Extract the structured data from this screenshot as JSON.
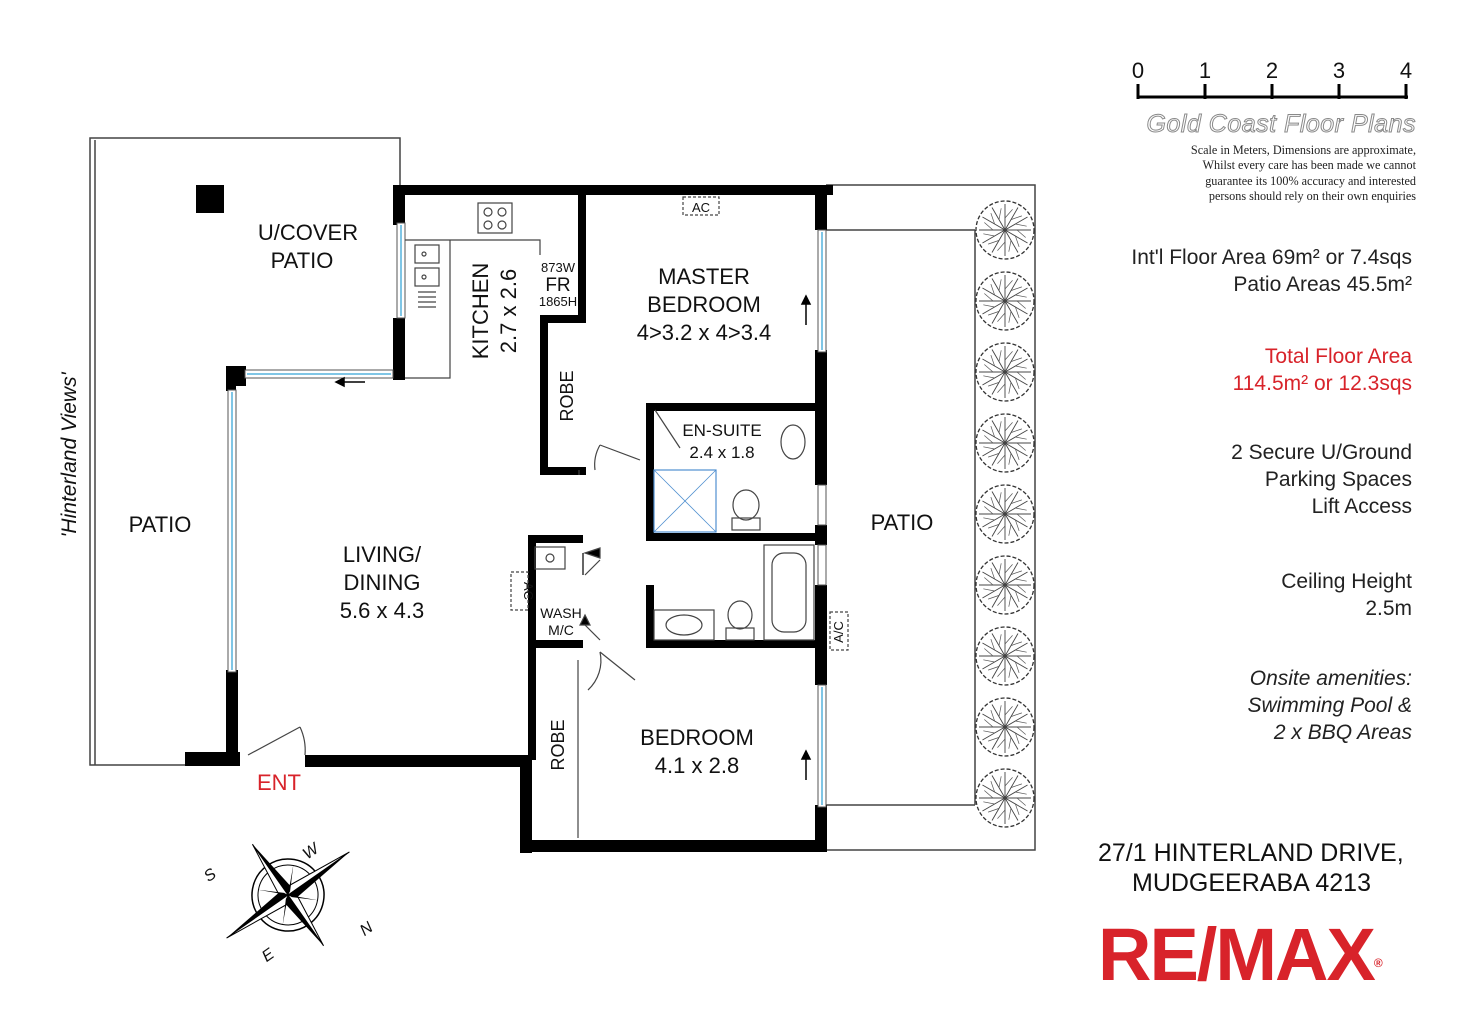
{
  "rooms": {
    "ucover_patio": [
      "U/COVER",
      "PATIO"
    ],
    "kitchen": [
      "KITCHEN",
      "2.7 x 2.6"
    ],
    "fridge": [
      "873W",
      "FR",
      "1865H"
    ],
    "master": [
      "MASTER",
      "BEDROOM",
      "4>3.2 x 4>3.4"
    ],
    "robe_master": "ROBE",
    "ensuite": [
      "EN-SUITE",
      "2.4 x 1.8"
    ],
    "living": [
      "LIVING/",
      "DINING",
      "5.6 x 4.3"
    ],
    "patio_west": "PATIO",
    "patio_east": "PATIO",
    "wash": [
      "WASH",
      "M/C"
    ],
    "ac_labels": [
      "AC",
      "AC",
      "A/C"
    ],
    "bedroom": [
      "BEDROOM",
      "4.1 x 2.8"
    ],
    "robe_bedroom": "ROBE",
    "entry": "ENT",
    "views": "'Hinterland Views'"
  },
  "compass": {
    "n": "N",
    "s": "S",
    "e": "E",
    "w": "W"
  },
  "scale": {
    "ticks": [
      "0",
      "1",
      "2",
      "3",
      "4"
    ],
    "brand": "Gold Coast Floor Plans",
    "disclaimer": [
      "Scale in Meters, Dimensions are approximate,",
      "Whilst every care has been made we cannot",
      "guarantee its 100% accuracy and interested",
      "persons should rely on their own enquiries"
    ]
  },
  "info": {
    "int_floor": "Int'l Floor Area 69m² or 7.4sqs",
    "patio_area": "Patio Areas 45.5m²",
    "total_label": "Total Floor Area",
    "total_value": "114.5m² or 12.3sqs",
    "parking": [
      "2 Secure U/Ground",
      "Parking Spaces",
      "Lift Access"
    ],
    "ceiling": [
      "Ceiling Height",
      "2.5m"
    ],
    "amenities": [
      "Onsite amenities:",
      "Swimming Pool &",
      "2 x BBQ Areas"
    ]
  },
  "address": [
    "27/1 HINTERLAND DRIVE,",
    "MUDGEERABA 4213"
  ],
  "logo": {
    "text": "RE/MAX",
    "mark": "®"
  },
  "colors": {
    "wall": "#000000",
    "accent_red": "#d8232a",
    "window": "#bfe3f2",
    "brand_grey": "#8a8a8a"
  }
}
